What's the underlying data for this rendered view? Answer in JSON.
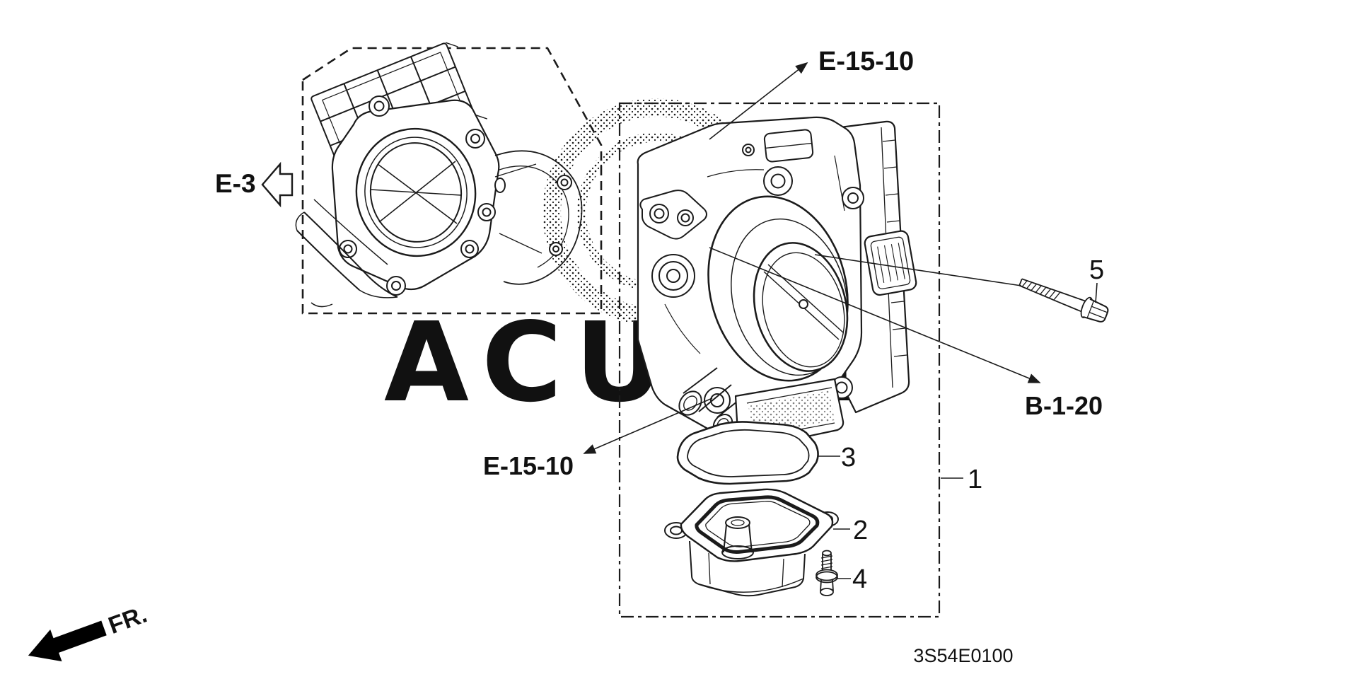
{
  "canvas": {
    "background": "#ffffff",
    "ink": "#1b1b1b",
    "label_color": "#111111"
  },
  "watermark": {
    "brand_text": "ACURA"
  },
  "references": {
    "e3": {
      "label": "E-3"
    },
    "e15_10_top": {
      "label": "E-15-10"
    },
    "e15_10_bottom": {
      "label": "E-15-10"
    },
    "b1_20": {
      "label": "B-1-20"
    }
  },
  "callouts": {
    "part1": "1",
    "part2": "2",
    "part3": "3",
    "part4": "4",
    "part5": "5"
  },
  "direction": {
    "label": "FR."
  },
  "footer": {
    "diagram_code": "3S54E0100"
  }
}
